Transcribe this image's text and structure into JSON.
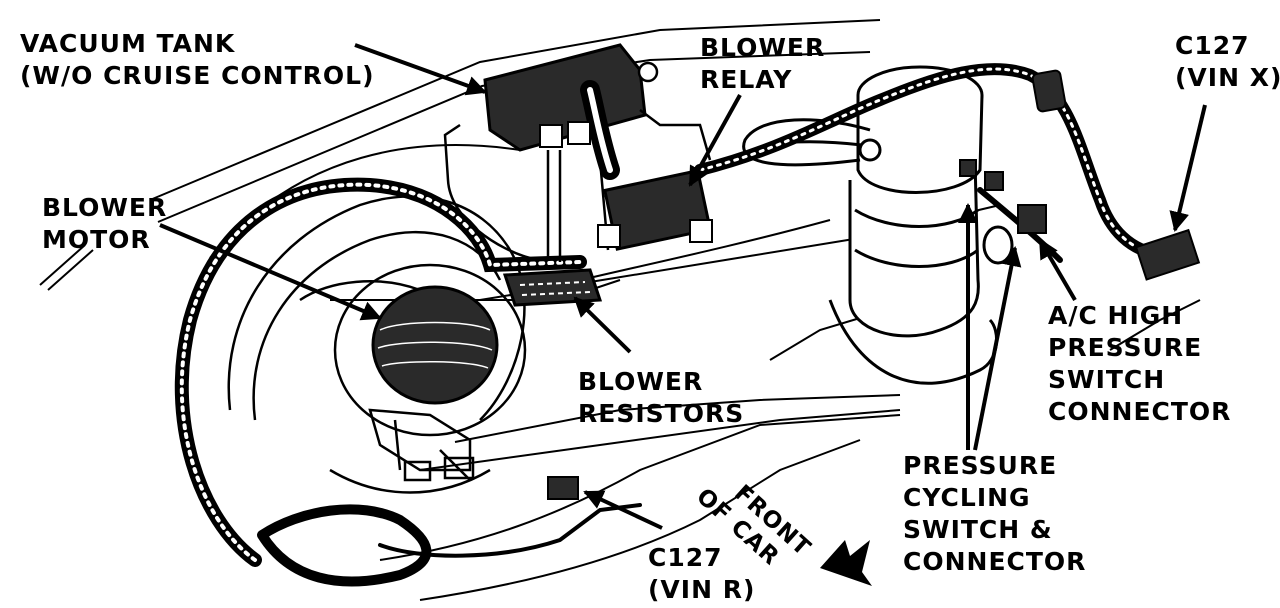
{
  "labels": {
    "vacuum_tank": [
      "VACUUM TANK",
      "(W/O CRUISE CONTROL)"
    ],
    "blower_relay": [
      "BLOWER",
      "RELAY"
    ],
    "c127_vin_x": [
      "C127",
      "(VIN X)"
    ],
    "blower_motor": [
      "BLOWER",
      "MOTOR"
    ],
    "ac_high_pressure": [
      "A/C HIGH",
      "PRESSURE",
      "SWITCH",
      "CONNECTOR"
    ],
    "blower_resistors": [
      "BLOWER",
      "RESISTORS"
    ],
    "pressure_cycling": [
      "PRESSURE",
      "CYCLING",
      "SWITCH &",
      "CONNECTOR"
    ],
    "c127_vin_r": [
      "C127",
      "(VIN R)"
    ],
    "front_of_car": [
      "FRONT",
      "OF CAR"
    ]
  },
  "colors": {
    "ink": "#000000",
    "paper": "#ffffff",
    "fill": "#2a2a2a"
  }
}
